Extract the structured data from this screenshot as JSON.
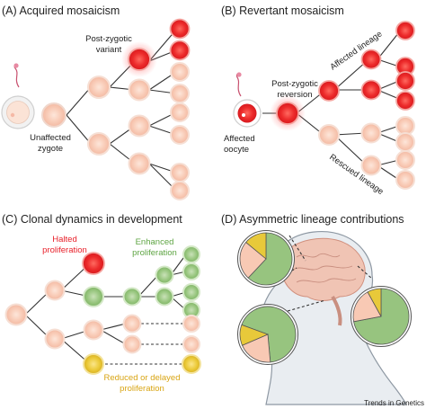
{
  "panels": {
    "a": {
      "title": "(A) Acquired mosaicism",
      "post_zygotic_line1": "Post-zygotic",
      "post_zygotic_line2": "variant",
      "unaffected_line1": "Unaffected",
      "unaffected_line2": "zygote"
    },
    "b": {
      "title": "(B) Revertant mosaicism",
      "post_zygotic_line1": "Post-zygotic",
      "post_zygotic_line2": "reversion",
      "affected_line1": "Affected",
      "affected_line2": "oocyte",
      "affected_lineage": "Affected lineage",
      "rescued_lineage": "Rescued lineage"
    },
    "c": {
      "title": "(C) Clonal dynamics in development",
      "halted_line1": "Halted",
      "halted_line2": "proliferation",
      "enhanced_line1": "Enhanced",
      "enhanced_line2": "proliferation",
      "reduced_line1": "Reduced or delayed",
      "reduced_line2": "proliferation"
    },
    "d": {
      "title": "(D) Asymmetric lineage contributions"
    }
  },
  "credit": "Trends in Genetics",
  "colors": {
    "normal_cell": "#f8c9b4",
    "mutant_red": "#e8202a",
    "enhanced_green": "#97c47f",
    "reduced_yellow": "#e8c93a"
  },
  "pie_charts": [
    {
      "location": "upper-left",
      "slices": [
        {
          "color": "green",
          "fraction": 0.62
        },
        {
          "color": "pink",
          "fraction": 0.24
        },
        {
          "color": "yellow",
          "fraction": 0.14
        }
      ]
    },
    {
      "location": "lower-left",
      "slices": [
        {
          "color": "green",
          "fraction": 0.68
        },
        {
          "color": "pink",
          "fraction": 0.2
        },
        {
          "color": "yellow",
          "fraction": 0.12
        }
      ]
    },
    {
      "location": "right",
      "slices": [
        {
          "color": "green",
          "fraction": 0.72
        },
        {
          "color": "pink",
          "fraction": 0.2
        },
        {
          "color": "yellow",
          "fraction": 0.08
        }
      ]
    }
  ]
}
